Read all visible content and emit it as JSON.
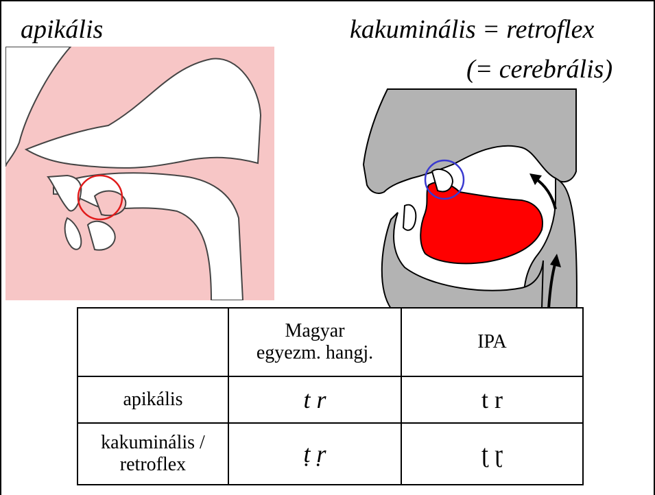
{
  "titles": {
    "left": "apikális",
    "right_line1": "kakuminális = retroflex",
    "right_line2": "(= cerebrális)"
  },
  "colors": {
    "left_figure_fill": "#f7c6c6",
    "left_circle": "#e01b1b",
    "right_figure_gray": "#b3b3b3",
    "right_tongue": "#ff0000",
    "right_circle": "#3a3ad0"
  },
  "table": {
    "header": {
      "empty": "",
      "col_hu_line1": "Magyar",
      "col_hu_line2": "egyezm. hangj.",
      "col_ipa": "IPA"
    },
    "rows": [
      {
        "label_line1": "apikális",
        "label_line2": "",
        "hu": "t r",
        "ipa": "t r"
      },
      {
        "label_line1": "kakuminális /",
        "label_line2": "retroflex",
        "hu": "ṭ ṛ",
        "ipa": "ʈ ɽ"
      }
    ]
  }
}
